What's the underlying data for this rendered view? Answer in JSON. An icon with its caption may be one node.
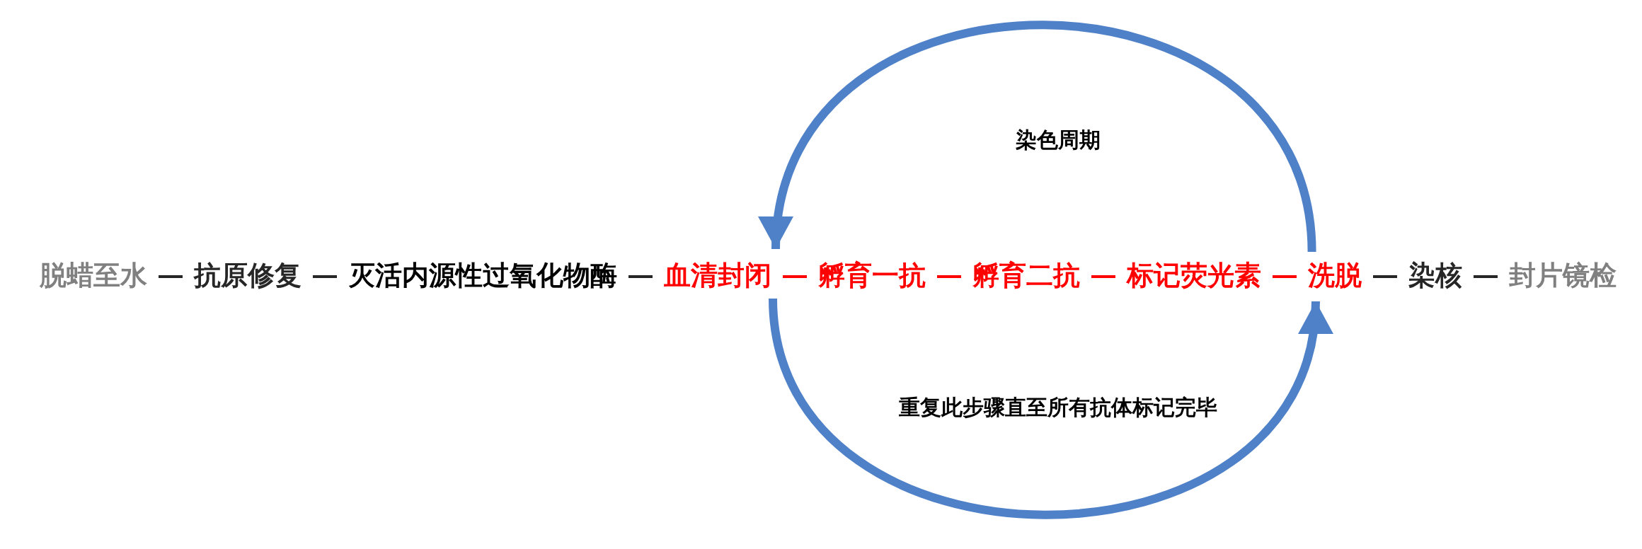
{
  "diagram": {
    "nodes": [
      {
        "text": [
          "脱蜡至水"
        ]
      },
      {
        "text": [
          "抗原修复"
        ]
      },
      {
        "text": [
          "灭活内源性过氧化物酶"
        ]
      },
      {
        "text": [
          "血清封闭"
        ]
      },
      {
        "text": [
          "孵育一抗"
        ]
      },
      {
        "text": [
          "孵育二抗"
        ]
      },
      {
        "text": [
          "标记荧光素"
        ]
      },
      {
        "text": [
          "洗脱"
        ]
      },
      {
        "text": [
          "染核"
        ]
      },
      {
        "text": [
          "封片镜检"
        ]
      }
    ],
    "edges": [
      {
        "from": 0,
        "to": 1,
        "arrow": "none"
      },
      {
        "from": 1,
        "to": 2,
        "arrow": "none"
      },
      {
        "from": 2,
        "to": 3,
        "arrow": "none"
      },
      {
        "from": 3,
        "to": 4,
        "arrow": "none",
        "color": "#ff0000"
      },
      {
        "from": 4,
        "to": 5,
        "arrow": "none",
        "color": "#ff0000"
      },
      {
        "from": 5,
        "to": 6,
        "arrow": "none",
        "color": "#ff0000"
      },
      {
        "from": 6,
        "to": 7,
        "arrow": "none",
        "color": "#ff0000"
      },
      {
        "from": 7,
        "to": 8,
        "arrow": "none"
      },
      {
        "from": 8,
        "to": 9,
        "arrow": "none"
      },
      {
        "from": 7,
        "to": 3,
        "arrow": "to",
        "style": "thick",
        "color": "#4f81c8"
      },
      {
        "from": 3,
        "to": 7,
        "arrow": "to",
        "style": "thick",
        "color": "#4f81c8"
      }
    ],
    "labels": [
      "染色周期",
      "重复此步骤直至所有抗体标记完毕"
    ]
  }
}
